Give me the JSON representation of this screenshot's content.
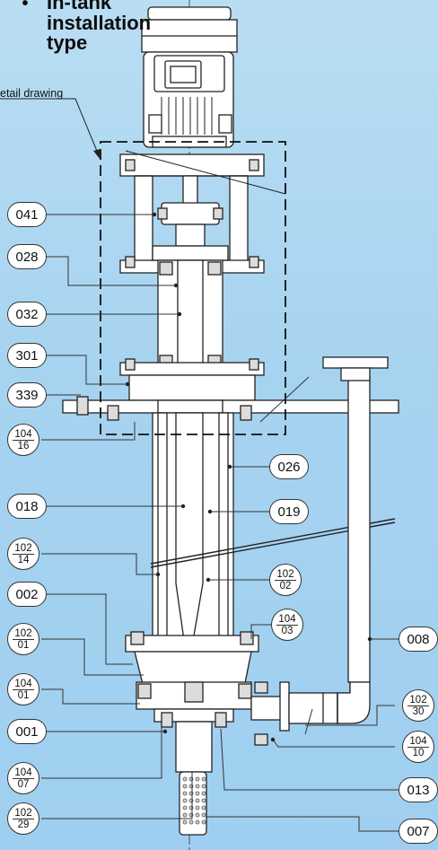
{
  "title": {
    "bullet": "•",
    "lines": [
      "In-tank",
      "installation",
      "type"
    ]
  },
  "detail_label": "etail drawing",
  "callouts": {
    "c041": "041",
    "c028": "028",
    "c032": "032",
    "c301": "301",
    "c339": "339",
    "c104_16": {
      "top": "104",
      "bottom": "16"
    },
    "c018": "018",
    "c102_14": {
      "top": "102",
      "bottom": "14"
    },
    "c002": "002",
    "c102_01": {
      "top": "102",
      "bottom": "01"
    },
    "c104_01": {
      "top": "104",
      "bottom": "01"
    },
    "c001": "001",
    "c104_07": {
      "top": "104",
      "bottom": "07"
    },
    "c102_29": {
      "top": "102",
      "bottom": "29"
    },
    "c026": "026",
    "c019": "019",
    "c102_02": {
      "top": "102",
      "bottom": "02"
    },
    "c104_03": {
      "top": "104",
      "bottom": "03"
    },
    "c008": "008",
    "c102_30": {
      "top": "102",
      "bottom": "30"
    },
    "c104_10": {
      "top": "104",
      "bottom": "10"
    },
    "c013": "013",
    "c007": "007"
  },
  "colors": {
    "background": "#a6d3f0",
    "line": "#222222",
    "part_fill": "#ffffff",
    "shade": "#cfcfcf"
  }
}
